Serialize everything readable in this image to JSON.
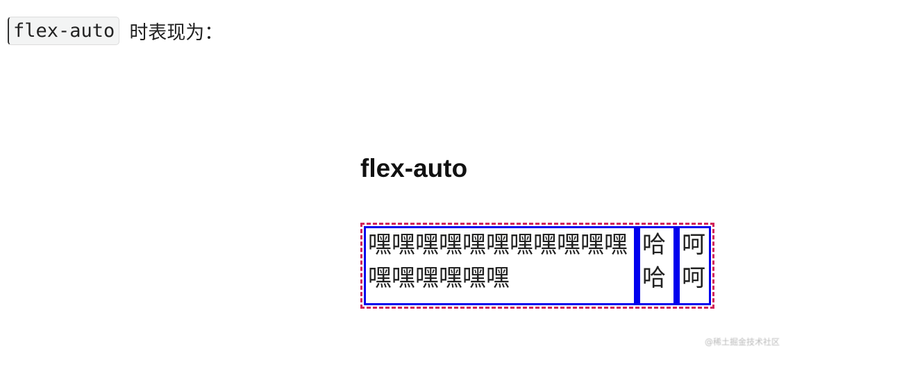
{
  "intro": {
    "code": "flex-auto",
    "text": "时表现为："
  },
  "demo": {
    "title": "flex-auto",
    "items": [
      "嘿嘿嘿嘿嘿嘿嘿嘿嘿嘿嘿嘿嘿嘿嘿嘿嘿",
      "哈哈",
      "呵呵"
    ]
  },
  "watermark": "@稀土掘金技术社区",
  "colors": {
    "outer_border": "#d0205a",
    "item_border": "#0000ee"
  }
}
